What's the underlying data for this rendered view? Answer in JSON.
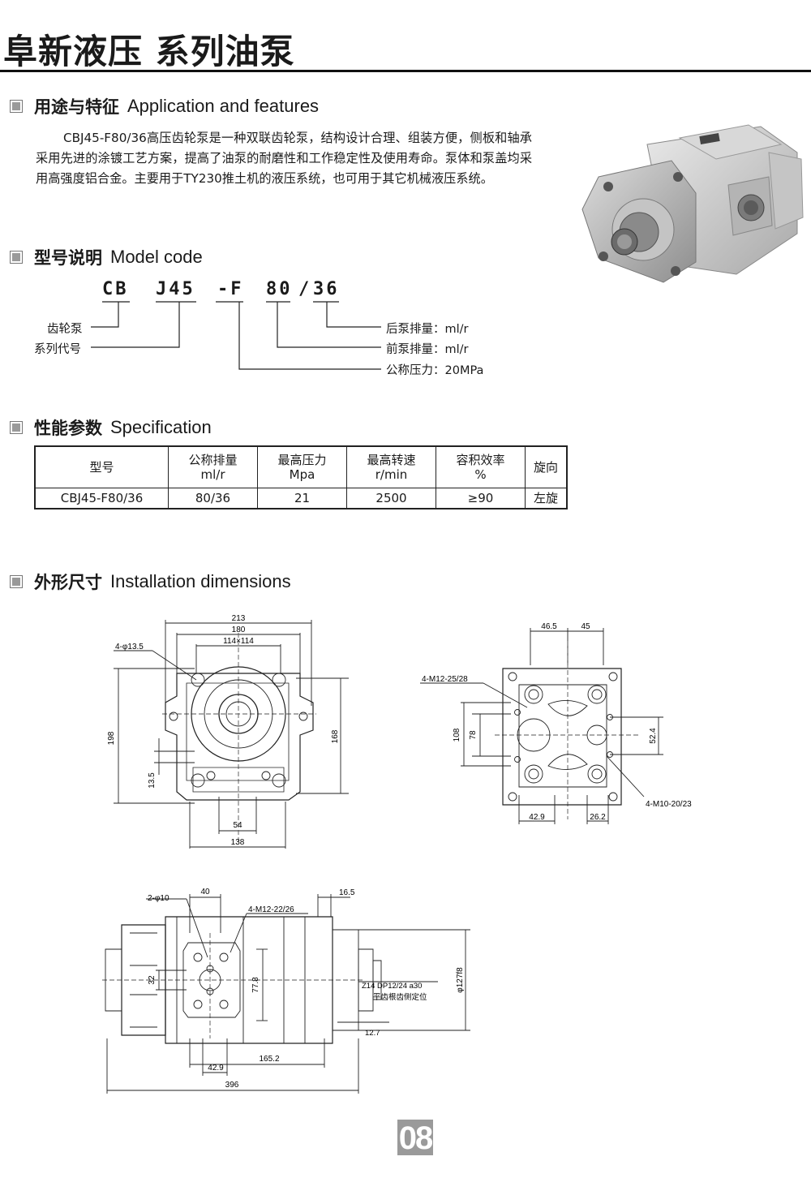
{
  "header": {
    "title": "阜新液压  系列油泵"
  },
  "sections": {
    "application": {
      "cn": "用途与特征",
      "en": "Application and features"
    },
    "model": {
      "cn": "型号说明",
      "en": "Model code"
    },
    "spec": {
      "cn": "性能参数",
      "en": "Specification"
    },
    "install": {
      "cn": "外形尺寸",
      "en": "Installation dimensions"
    }
  },
  "application_text": "CBJ45-F80/36高压齿轮泵是一种双联齿轮泵，结构设计合理、组装方便，侧板和轴承采用先进的涂镀工艺方案，提高了油泵的耐磨性和工作稳定性及使用寿命。泵体和泵盖均采用高强度铝合金。主要用于TY230推土机的液压系统，也可用于其它机械液压系统。",
  "model_code": {
    "segments": [
      "CB",
      "J45",
      "-F",
      "80",
      "/",
      "36"
    ],
    "labels": {
      "gear_pump": "齿轮泵",
      "series": "系列代号",
      "rear": "后泵排量：ml/r",
      "front": "前泵排量：ml/r",
      "pressure": "公称压力：20MPa"
    }
  },
  "spec_table": {
    "headers": [
      {
        "l1": "型号",
        "l2": ""
      },
      {
        "l1": "公称排量",
        "l2": "ml/r"
      },
      {
        "l1": "最高压力",
        "l2": "Mpa"
      },
      {
        "l1": "最高转速",
        "l2": "r/min"
      },
      {
        "l1": "容积效率",
        "l2": "%"
      },
      {
        "l1": "旋向",
        "l2": ""
      }
    ],
    "row": [
      "CBJ45-F80/36",
      "80/36",
      "21",
      "2500",
      "≥90",
      "左旋"
    ]
  },
  "dimensions": {
    "front": {
      "w213": "213",
      "w180": "180",
      "sq": "114×114",
      "holes": "4-φ13.5",
      "h198": "198",
      "h168": "168",
      "h13": "13.5",
      "w54": "54",
      "w138": "138"
    },
    "rear": {
      "w465": "46.5",
      "w45": "45",
      "thread1": "4-M12-25/28",
      "h108": "108",
      "h78": "78",
      "h524": "52.4",
      "thread2": "4-M10-20/23",
      "w429": "42.9",
      "w262": "26.2"
    },
    "side": {
      "w40": "40",
      "pins": "2-φ10",
      "thread": "4-M12-22/26",
      "w165": "16.5",
      "dia": "φ127f8",
      "spline": "Z14  DP12/24  a30",
      "spline_note": "平齿根齿侧定位",
      "tol": "12.7",
      "h32": "32",
      "h778": "77.8",
      "w1652": "165.2",
      "w429": "42.9",
      "w396": "396"
    }
  },
  "page_number": "08"
}
